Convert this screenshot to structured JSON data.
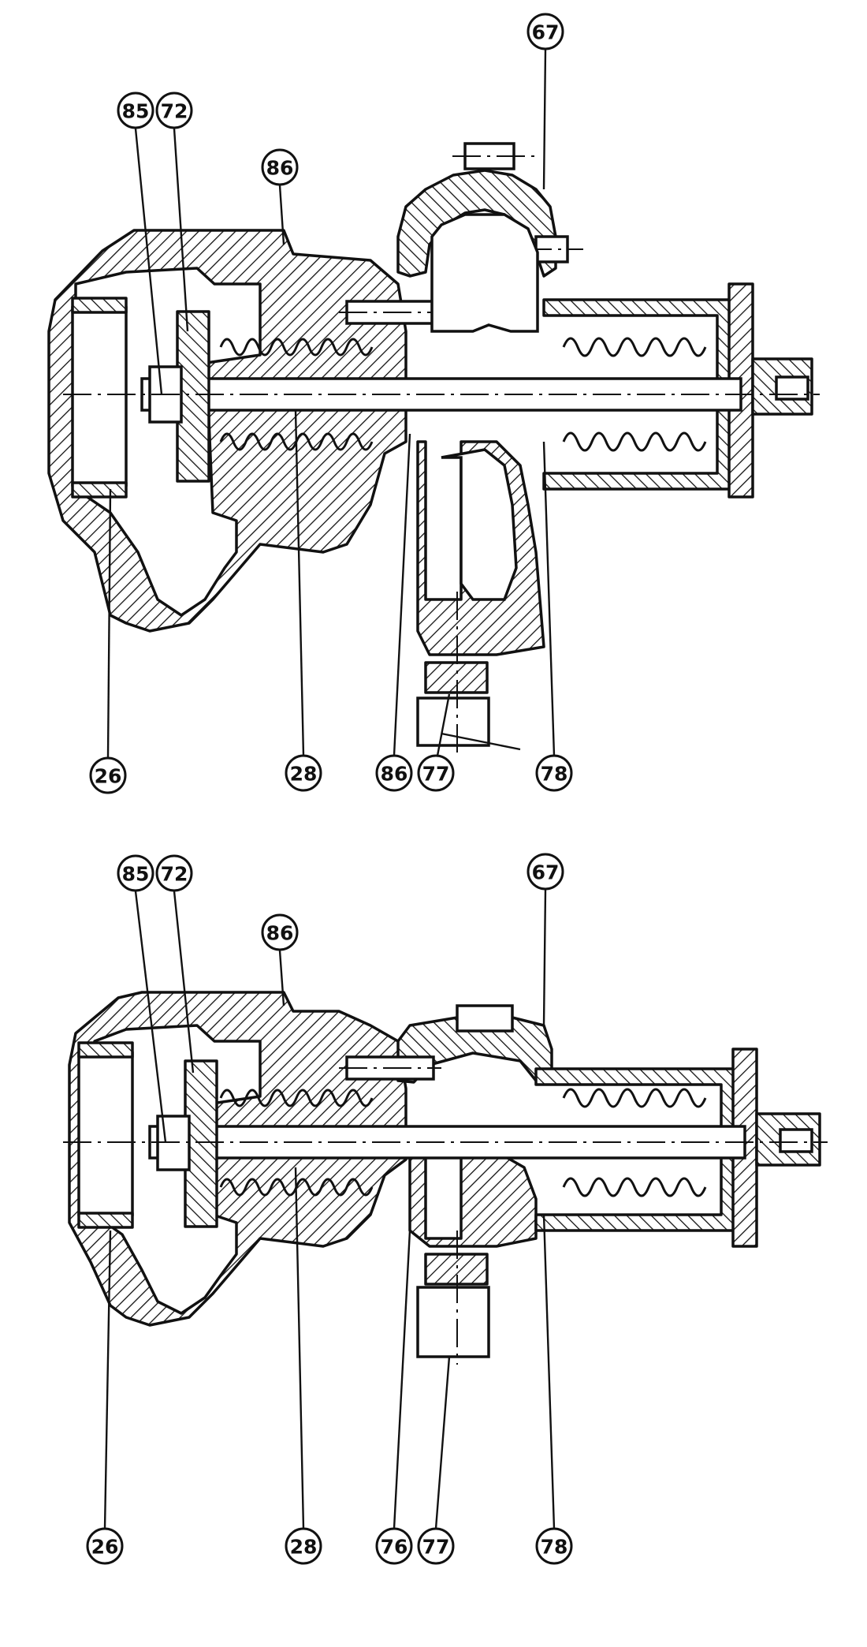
{
  "views": [
    {
      "id": "top",
      "callouts": {
        "c85": "85",
        "c72": "72",
        "c86a": "86",
        "c67": "67",
        "c26": "26",
        "c28": "28",
        "c86b": "86",
        "c77": "77",
        "c78": "78"
      }
    },
    {
      "id": "bottom",
      "callouts": {
        "c85": "85",
        "c72": "72",
        "c86a": "86",
        "c67": "67",
        "c26": "26",
        "c28": "28",
        "c76": "76",
        "c77": "77",
        "c78": "78"
      }
    }
  ]
}
